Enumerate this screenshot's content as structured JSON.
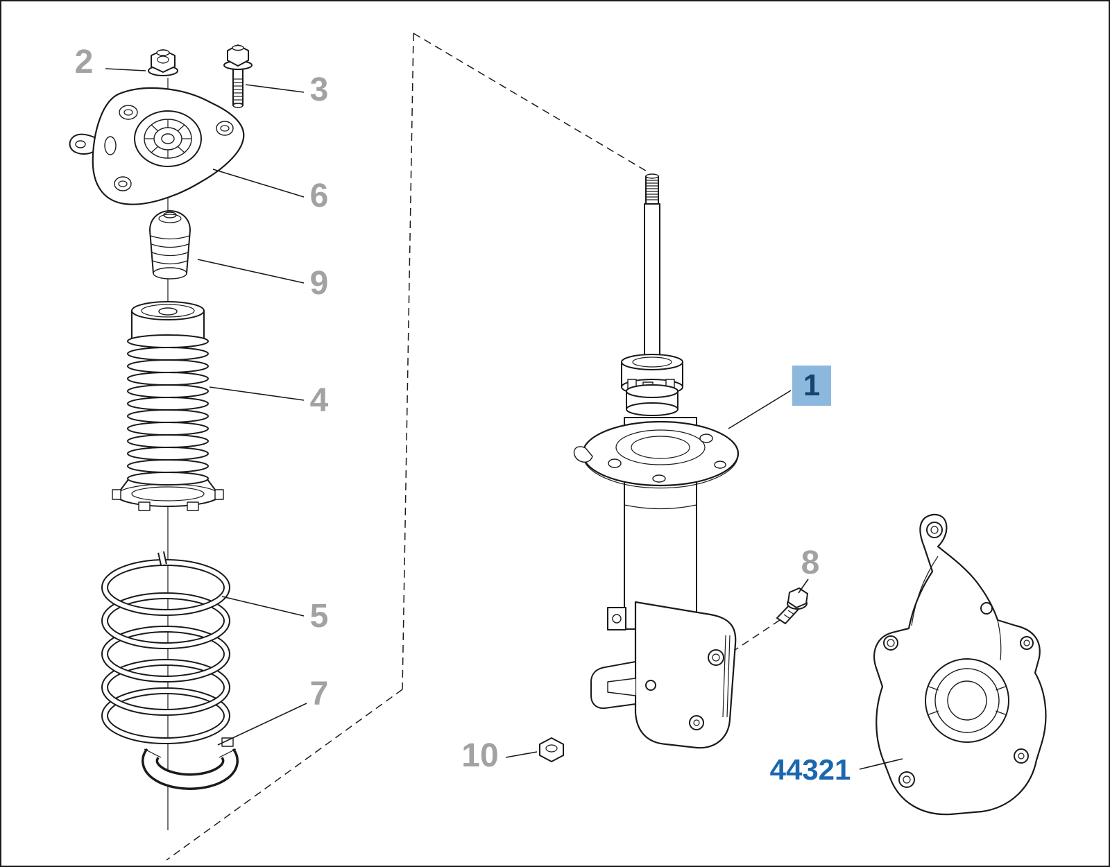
{
  "diagram": {
    "callouts": [
      {
        "label": "2",
        "highlighted": false
      },
      {
        "label": "3",
        "highlighted": false
      },
      {
        "label": "6",
        "highlighted": false
      },
      {
        "label": "9",
        "highlighted": false
      },
      {
        "label": "4",
        "highlighted": false
      },
      {
        "label": "5",
        "highlighted": false
      },
      {
        "label": "7",
        "highlighted": false
      },
      {
        "label": "1",
        "highlighted": true
      },
      {
        "label": "8",
        "highlighted": false
      },
      {
        "label": "10",
        "highlighted": false
      }
    ],
    "part_link": {
      "label": "44321"
    },
    "colors": {
      "callout_text": "#a2a2a2",
      "highlight_bg": "#8cb8dd",
      "highlight_text": "#16456f",
      "link_text": "#1b67b0",
      "line": "#1a1a1a",
      "background": "#ffffff"
    }
  }
}
